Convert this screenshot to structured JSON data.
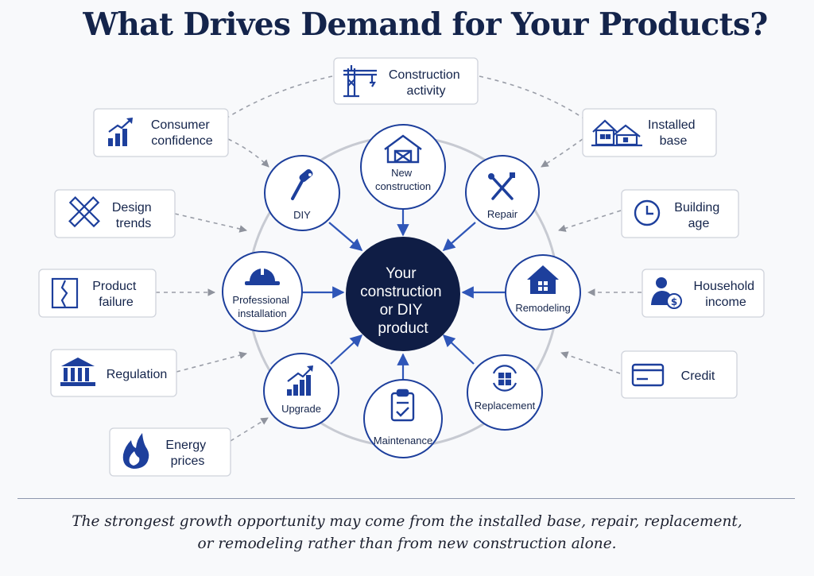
{
  "title": "What Drives Demand for Your Products?",
  "hub": {
    "lines": [
      "Your",
      "construction",
      "or DIY",
      "product"
    ]
  },
  "ring": {
    "new_construction": {
      "lines": [
        "New",
        "construction"
      ],
      "icon": "house-frame-icon"
    },
    "repair": {
      "lines": [
        "Repair"
      ],
      "icon": "wrench-screwdriver-icon"
    },
    "remodeling": {
      "lines": [
        "Remodeling"
      ],
      "icon": "house-icon"
    },
    "replacement": {
      "lines": [
        "Replacement"
      ],
      "icon": "window-cycle-icon"
    },
    "maintenance": {
      "lines": [
        "Maintenance"
      ],
      "icon": "clipboard-check-icon"
    },
    "upgrade": {
      "lines": [
        "Upgrade"
      ],
      "icon": "growth-chart-icon"
    },
    "professional_installation": {
      "lines": [
        "Professional",
        "installation"
      ],
      "icon": "hard-hat-icon"
    },
    "diy": {
      "lines": [
        "DIY"
      ],
      "icon": "paint-roller-icon"
    }
  },
  "drivers": {
    "construction_activity": {
      "lines": [
        "Construction",
        "activity"
      ],
      "icon": "crane-icon"
    },
    "consumer_confidence": {
      "lines": [
        "Consumer",
        "confidence"
      ],
      "icon": "rising-bars-icon"
    },
    "installed_base": {
      "lines": [
        "Installed",
        "base"
      ],
      "icon": "houses-icon"
    },
    "design_trends": {
      "lines": [
        "Design",
        "trends"
      ],
      "icon": "ruler-pencil-icon"
    },
    "building_age": {
      "lines": [
        "Building",
        "age"
      ],
      "icon": "clock-icon"
    },
    "product_failure": {
      "lines": [
        "Product",
        "failure"
      ],
      "icon": "cracked-panel-icon"
    },
    "household_income": {
      "lines": [
        "Household",
        "income"
      ],
      "icon": "person-dollar-icon"
    },
    "regulation": {
      "lines": [
        "Regulation"
      ],
      "icon": "government-building-icon"
    },
    "credit": {
      "lines": [
        "Credit"
      ],
      "icon": "credit-card-icon"
    },
    "energy_prices": {
      "lines": [
        "Energy",
        "prices"
      ],
      "icon": "flame-icon"
    }
  },
  "footer": {
    "line1": "The strongest growth opportunity may come from the installed base, repair, replacement,",
    "line2": "or remodeling rather than from new construction alone."
  },
  "colors": {
    "navy": "#14244b",
    "icon_blue": "#1d3f9c",
    "arrow_blue": "#2f56b8",
    "ring_gray": "#c7cad2",
    "dash_gray": "#9a9ea8",
    "box_border": "#cfd3db"
  }
}
